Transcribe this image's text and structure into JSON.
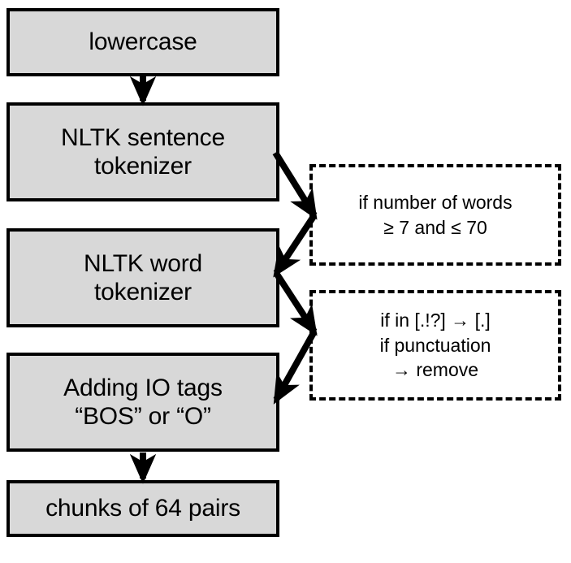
{
  "diagram": {
    "title": "text preprocessing pipeline flowchart",
    "colors": {
      "box_fill": "#d8d8d8",
      "box_border": "#000000",
      "background": "#ffffff",
      "arrow": "#000000",
      "text": "#000000"
    },
    "process_steps": [
      {
        "id": "lowercase",
        "lines": [
          "lowercase"
        ]
      },
      {
        "id": "sentence-tokenizer",
        "lines": [
          "NLTK sentence",
          "tokenizer"
        ]
      },
      {
        "id": "word-tokenizer",
        "lines": [
          "NLTK word",
          "tokenizer"
        ]
      },
      {
        "id": "io-tags",
        "lines": [
          "Adding IO tags",
          "“BOS” or “O”"
        ]
      },
      {
        "id": "chunks",
        "lines": [
          "chunks of 64 pairs"
        ]
      }
    ],
    "conditions": [
      {
        "id": "word-count-filter",
        "lines": [
          "if number of words",
          "≥ 7 and ≤ 70",
          ""
        ]
      },
      {
        "id": "punctuation-rules",
        "lines": [
          "if in [.!?] → [.]",
          "if punctuation",
          "→ remove"
        ]
      }
    ],
    "connectors": [
      {
        "id": "lowercase-to-sentence-tokenizer",
        "style": "solid-arrow-down"
      },
      {
        "id": "sentence-tokenizer-to-word-count-filter",
        "style": "solid-arrow-diagonal"
      },
      {
        "id": "word-count-filter-to-word-tokenizer",
        "style": "solid-arrow-diagonal"
      },
      {
        "id": "word-tokenizer-to-punctuation-rules",
        "style": "solid-arrow-diagonal"
      },
      {
        "id": "punctuation-rules-to-io-tags",
        "style": "solid-arrow-diagonal"
      },
      {
        "id": "io-tags-to-chunks",
        "style": "solid-arrow-down"
      }
    ]
  }
}
